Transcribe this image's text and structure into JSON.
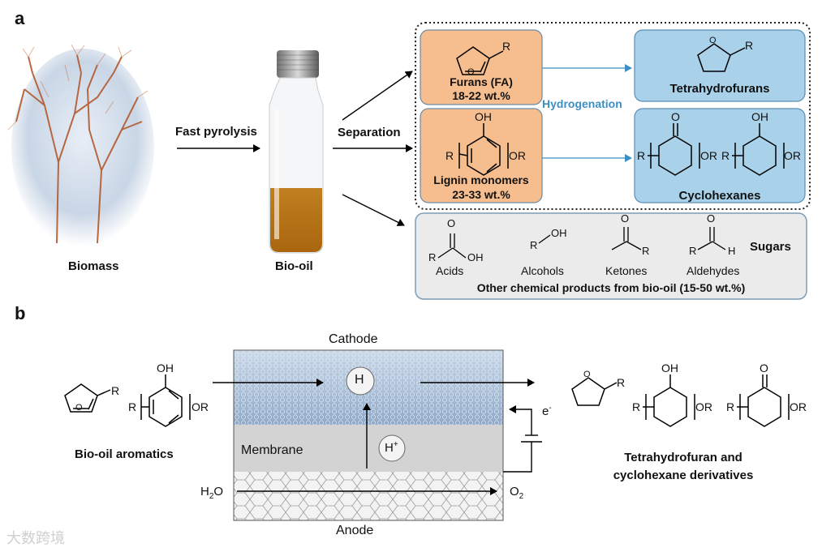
{
  "panel_a": {
    "letter": "a",
    "biomass_label": "Biomass",
    "fast_pyrolysis": "Fast pyrolysis",
    "biooil_label": "Bio-oil",
    "separation": "Separation",
    "furans": {
      "name": "Furans (FA)",
      "amount": "18-22 wt.%"
    },
    "lignin": {
      "name": "Lignin monomers",
      "amount": "23-33 wt.%"
    },
    "hydrogenation": "Hydrogenation",
    "tetrahydrofurans": "Tetrahydrofurans",
    "cyclohexanes": "Cyclohexanes",
    "products": {
      "acids": "Acids",
      "alcohols": "Alcohols",
      "ketones": "Ketones",
      "aldehydes": "Aldehydes",
      "sugars": "Sugars",
      "caption": "Other chemical products from bio-oil (15-50 wt.%)"
    },
    "colors": {
      "orange": "#f6be8f",
      "blue": "#a9d2ea",
      "grey": "#ebebeb",
      "hydrogenation_text": "#3c8fc4"
    }
  },
  "panel_b": {
    "letter": "b",
    "cathode": "Cathode",
    "membrane": "Membrane",
    "anode": "Anode",
    "h_symbol": "H",
    "proton_symbol": "H",
    "proton_charge": "+",
    "electron": "e",
    "electron_charge": "-",
    "water": "H",
    "water_sub": "2",
    "water_o": "O",
    "oxygen": "O",
    "oxygen_sub": "2",
    "left_label": "Bio-oil aromatics",
    "right_label_1": "Tetrahydrofuran and",
    "right_label_2": "cyclohexane derivatives"
  },
  "chem": {
    "R": "R",
    "OR": "OR",
    "OH": "OH",
    "O": "O",
    "H": "H"
  },
  "watermark": "大数跨境"
}
